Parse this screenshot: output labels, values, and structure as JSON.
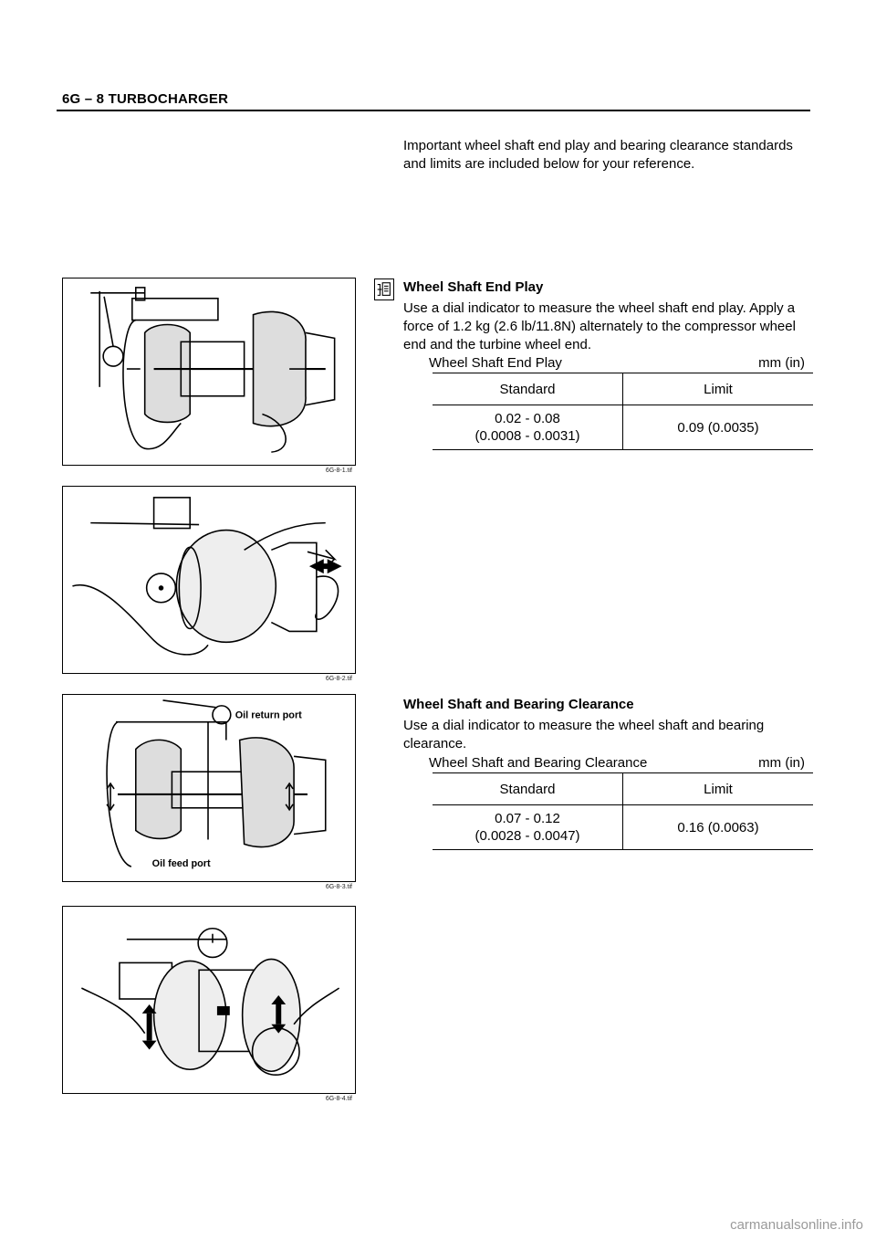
{
  "header": {
    "title": "6G – 8  TURBOCHARGER"
  },
  "intro": "Important wheel shaft end play and bearing clearance standards and limits are included below for your reference.",
  "figures": [
    {
      "caption": "6G-8-1.tif"
    },
    {
      "caption": "6G-8-2.tif"
    },
    {
      "caption": "6G-8-3.tif",
      "labels": [
        "Oil return port",
        "Oil feed port"
      ]
    },
    {
      "caption": "6G-8-4.tif"
    }
  ],
  "sections": [
    {
      "title": "Wheel Shaft End Play",
      "body": "Use a dial indicator to measure the wheel shaft end play. Apply a force of 1.2 kg (2.6 lb/11.8N) alternately to the compressor wheel end and the turbine wheel end.",
      "spec_label": "Wheel Shaft End Play",
      "unit": "mm (in)",
      "columns": [
        "Standard",
        "Limit"
      ],
      "standard_line1": "0.02 - 0.08",
      "standard_line2": "(0.0008 - 0.0031)",
      "limit": "0.09 (0.0035)"
    },
    {
      "title": "Wheel Shaft and Bearing Clearance",
      "body": "Use a dial indicator to measure the wheel shaft and bearing clearance.",
      "spec_label": "Wheel Shaft and Bearing Clearance",
      "unit": "mm (in)",
      "columns": [
        "Standard",
        "Limit"
      ],
      "standard_line1": "0.07 - 0.12",
      "standard_line2": "(0.0028 - 0.0047)",
      "limit": "0.16 (0.0063)"
    }
  ],
  "watermark": "carmanualsonline.info"
}
